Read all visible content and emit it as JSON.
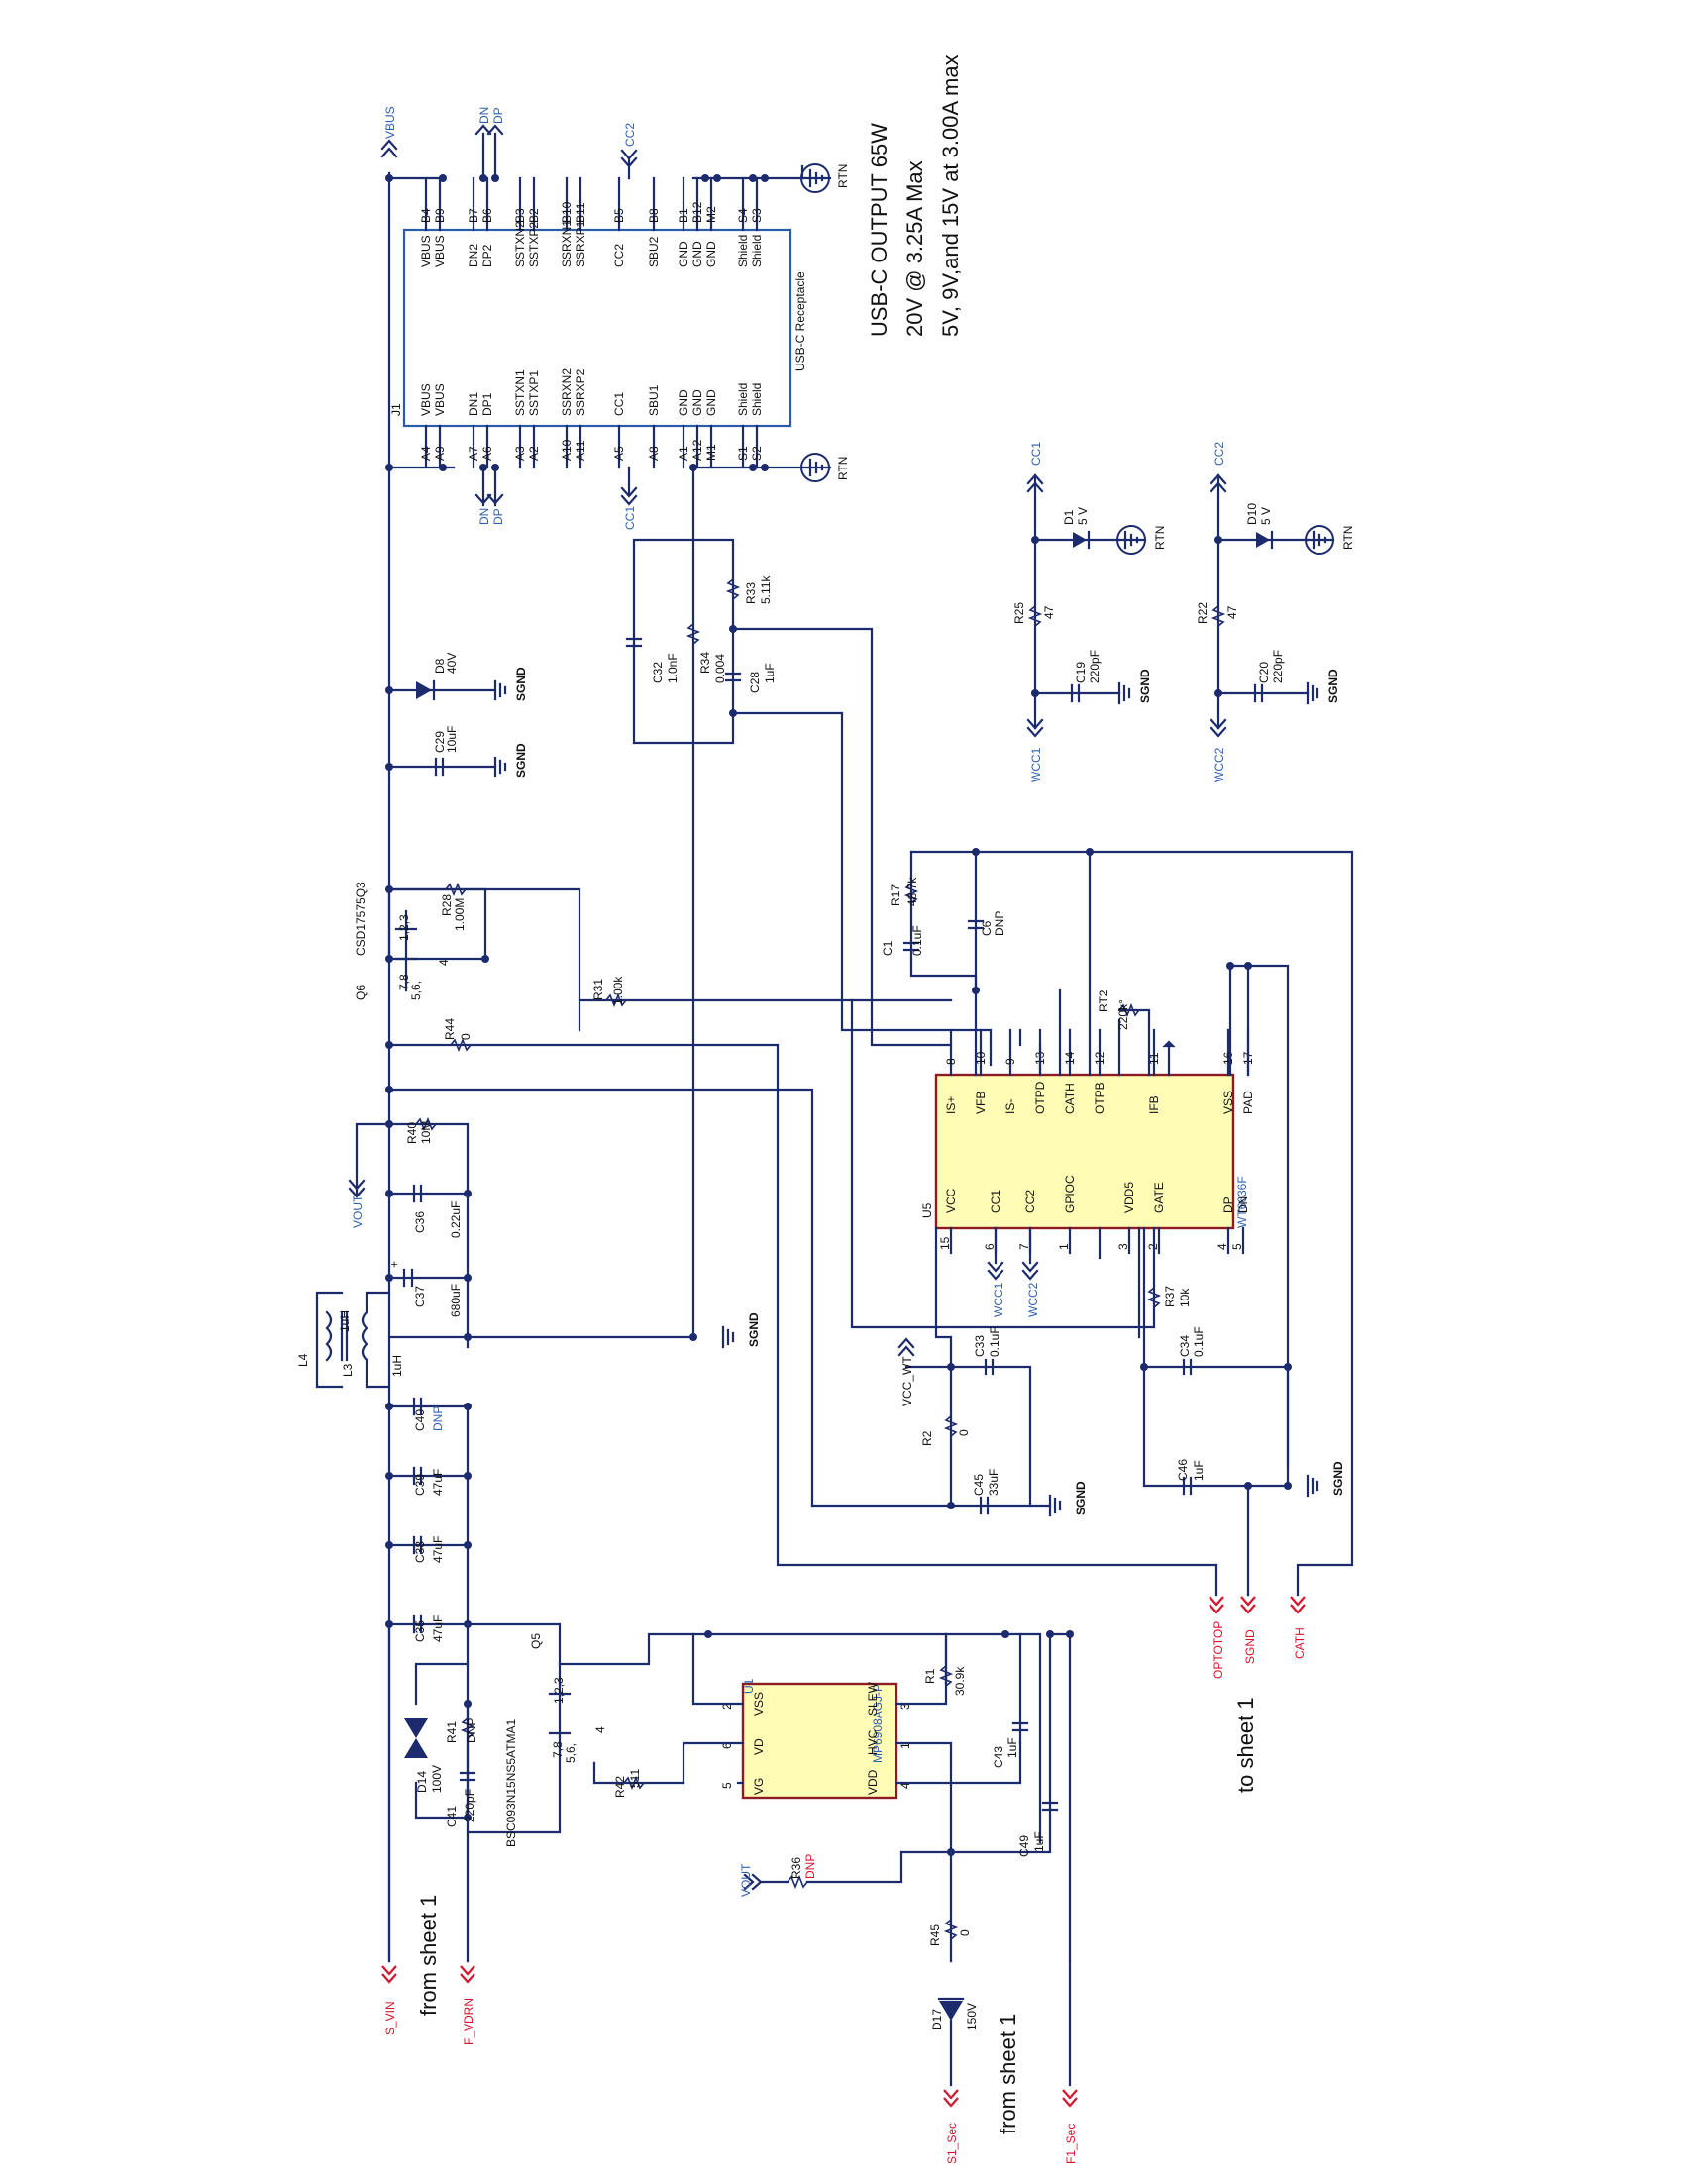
{
  "title": {
    "line1": "USB-C OUTPUT 65W",
    "line2": "20V @ 3.25A Max",
    "line3": "5V, 9V,and 15V at 3.00A max"
  },
  "notes": {
    "from_sheet1_left": "from sheet 1",
    "from_sheet1_bottom": "from sheet 1",
    "to_sheet1": "to sheet 1"
  },
  "connectors": {
    "s_vin": "S_VIN",
    "f_vdrn": "F_VDRN",
    "vbus": "VBUS",
    "dn": "DN",
    "dp": "DP",
    "cc1": "CC1",
    "cc2": "CC2",
    "vout": "VOUT",
    "vcc_wt": "VCC_WT",
    "wcc1": "WCC1",
    "wcc2": "WCC2",
    "optotop": "OPTOTOP",
    "sgnd": "SGND",
    "cath": "CATH",
    "s1_sec": "S1_Sec",
    "f1_sec": "F1_Sec"
  },
  "grounds": {
    "rtn": "RTN",
    "sgnd": "SGND"
  },
  "j1": {
    "ref": "J1",
    "desc": "USB-C Receptacle",
    "left_pins": [
      {
        "pin": "A4",
        "name": "VBUS"
      },
      {
        "pin": "A9",
        "name": "VBUS"
      },
      {
        "pin": "A7",
        "name": "DN1"
      },
      {
        "pin": "A6",
        "name": "DP1"
      },
      {
        "pin": "A3",
        "name": "SSTXN1"
      },
      {
        "pin": "A2",
        "name": "SSTXP1"
      },
      {
        "pin": "A10",
        "name": "SSRXN2"
      },
      {
        "pin": "A11",
        "name": "SSRXP2"
      },
      {
        "pin": "A5",
        "name": "CC1"
      },
      {
        "pin": "A8",
        "name": "SBU1"
      },
      {
        "pin": "A1",
        "name": "GND"
      },
      {
        "pin": "A12",
        "name": "GND"
      },
      {
        "pin": "M1",
        "name": "GND"
      },
      {
        "pin": "S1",
        "name": "Shield"
      },
      {
        "pin": "S2",
        "name": "Shield"
      }
    ],
    "right_pins": [
      {
        "pin": "B4",
        "name": "VBUS"
      },
      {
        "pin": "B9",
        "name": "VBUS"
      },
      {
        "pin": "B7",
        "name": "DN2"
      },
      {
        "pin": "B6",
        "name": "DP2"
      },
      {
        "pin": "B3",
        "name": "SSTXN2"
      },
      {
        "pin": "B2",
        "name": "SSTXP2"
      },
      {
        "pin": "B10",
        "name": "SSRXN1"
      },
      {
        "pin": "B11",
        "name": "SSRXP1"
      },
      {
        "pin": "B5",
        "name": "CC2"
      },
      {
        "pin": "B8",
        "name": "SBU2"
      },
      {
        "pin": "B1",
        "name": "GND"
      },
      {
        "pin": "B12",
        "name": "GND"
      },
      {
        "pin": "M2",
        "name": "GND"
      },
      {
        "pin": "S4",
        "name": "Shield"
      },
      {
        "pin": "S3",
        "name": "Shield"
      }
    ]
  },
  "u5": {
    "ref": "U5",
    "part": "WT6636F",
    "left_pins": [
      {
        "num": "15",
        "name": "VCC"
      },
      {
        "num": "6",
        "name": "CC1"
      },
      {
        "num": "7",
        "name": "CC2"
      },
      {
        "num": "1",
        "name": "GPIOC"
      },
      {
        "num": "3",
        "name": "VDD5"
      },
      {
        "num": "2",
        "name": "GATE"
      },
      {
        "num": "4",
        "name": "DP"
      },
      {
        "num": "5",
        "name": "DN"
      }
    ],
    "right_pins": [
      {
        "num": "8",
        "name": "IS+"
      },
      {
        "num": "10",
        "name": "VFB"
      },
      {
        "num": "9",
        "name": "IS-"
      },
      {
        "num": "13",
        "name": "OTPD"
      },
      {
        "num": "14",
        "name": "CATH"
      },
      {
        "num": "12",
        "name": "OTPB"
      },
      {
        "num": "11",
        "name": "IFB"
      },
      {
        "num": "16",
        "name": "VSS"
      },
      {
        "num": "17",
        "name": "PAD"
      }
    ]
  },
  "u1": {
    "ref": "U1",
    "part": "MP6908AGJ-P",
    "pins": [
      {
        "num": "5",
        "name": "VG"
      },
      {
        "num": "6",
        "name": "VD"
      },
      {
        "num": "2",
        "name": "VSS"
      },
      {
        "num": "4",
        "name": "VDD"
      },
      {
        "num": "1",
        "name": "HVC"
      },
      {
        "num": "3",
        "name": "SLEW"
      }
    ]
  },
  "components": {
    "q6": {
      "ref": "Q6",
      "part": "CSD17575Q3",
      "pins_a": "1,2,3",
      "pins_b": "5,6,",
      "pins_c": "7,8",
      "pin4": "4"
    },
    "q5": {
      "ref": "Q5",
      "part": "BSC093N15NS5ATMA1",
      "pins_a": "1,2,3",
      "pins_b": "5,6,",
      "pins_c": "7,8",
      "pin4": "4"
    },
    "d8": {
      "ref": "D8",
      "value": "40V"
    },
    "c29": {
      "ref": "C29",
      "value": "10uF"
    },
    "r28": {
      "ref": "R28",
      "value": "1.00M"
    },
    "r31": {
      "ref": "R31",
      "value": "1.00k"
    },
    "r44": {
      "ref": "R44",
      "value": "0"
    },
    "r40": {
      "ref": "R40",
      "value": "10M"
    },
    "c36": {
      "ref": "C36",
      "value": "0.22uF"
    },
    "c37": {
      "ref": "C37",
      "value": "680uF"
    },
    "l4": {
      "ref": "L4",
      "value": "1uH"
    },
    "l3": {
      "ref": "L3",
      "value": "1uH"
    },
    "c40": {
      "ref": "C40",
      "value": "DNP"
    },
    "c39": {
      "ref": "C39",
      "value": "47uF"
    },
    "c38": {
      "ref": "C38",
      "value": "47uF"
    },
    "c35": {
      "ref": "C35",
      "value": "47uF"
    },
    "d14": {
      "ref": "D14",
      "value": "100V"
    },
    "r41": {
      "ref": "R41",
      "value": "DNP"
    },
    "c41": {
      "ref": "C41",
      "value": "220pF"
    },
    "r42": {
      "ref": "R42",
      "value": "511"
    },
    "r1": {
      "ref": "R1",
      "value": "30.9k"
    },
    "c43": {
      "ref": "C43",
      "value": "1uF"
    },
    "c49": {
      "ref": "C49",
      "value": "1uF"
    },
    "r36": {
      "ref": "R36",
      "value": "DNP"
    },
    "r45": {
      "ref": "R45",
      "value": "0"
    },
    "d17": {
      "ref": "D17",
      "value": "150V"
    },
    "c32": {
      "ref": "C32",
      "value": "1.0nF"
    },
    "r34": {
      "ref": "R34",
      "value": "0.004"
    },
    "r33": {
      "ref": "R33",
      "value": "5.11k"
    },
    "c28": {
      "ref": "C28",
      "value": "1uF"
    },
    "r17": {
      "ref": "R17",
      "value": "48.7k"
    },
    "c1": {
      "ref": "C1",
      "value": "0.1uF"
    },
    "c6": {
      "ref": "C6",
      "value": "DNP"
    },
    "rt2": {
      "ref": "RT2",
      "value": "220k°"
    },
    "r37": {
      "ref": "R37",
      "value": "10k"
    },
    "c33": {
      "ref": "C33",
      "value": "0.1uF"
    },
    "r2": {
      "ref": "R2",
      "value": "0"
    },
    "c45": {
      "ref": "C45",
      "value": "33uF"
    },
    "c34": {
      "ref": "C34",
      "value": "0.1uF"
    },
    "c46": {
      "ref": "C46",
      "value": "1uF"
    },
    "r25": {
      "ref": "R25",
      "value": "47"
    },
    "d1": {
      "ref": "D1",
      "value": "5 V"
    },
    "c19": {
      "ref": "C19",
      "value": "220pF"
    },
    "r22": {
      "ref": "R22",
      "value": "47"
    },
    "d10": {
      "ref": "D10",
      "value": "5 V"
    },
    "c20": {
      "ref": "C20",
      "value": "220pF"
    }
  }
}
